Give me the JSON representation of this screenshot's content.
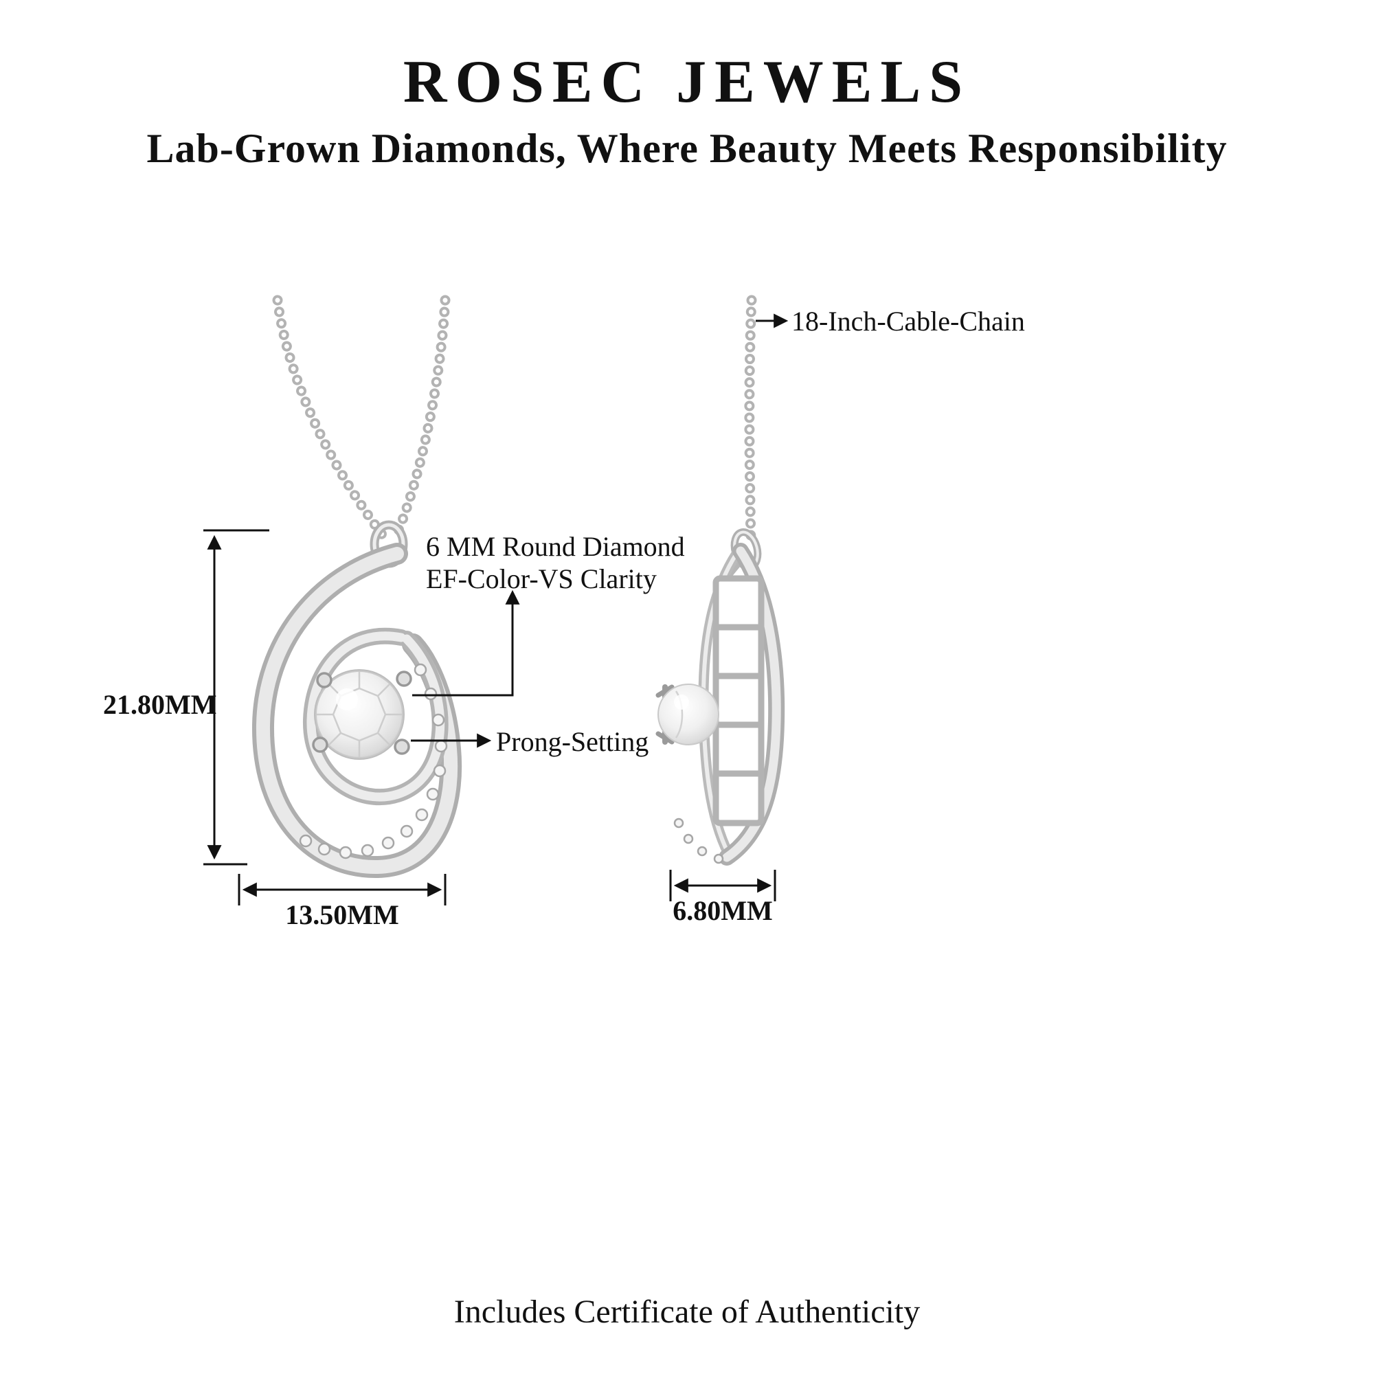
{
  "header": {
    "brand": "ROSEC JEWELS",
    "tagline": "Lab-Grown Diamonds, Where Beauty Meets Responsibility"
  },
  "front_view": {
    "diamond_label_line1": "6 MM Round Diamond",
    "diamond_label_line2": "EF-Color-VS Clarity",
    "prong_label": "Prong-Setting",
    "height_label": "21.80MM",
    "width_label": "13.50MM"
  },
  "side_view": {
    "chain_label": "18-Inch-Cable-Chain",
    "depth_label": "6.80MM"
  },
  "footer": {
    "certificate_note": "Includes Certificate of Authenticity"
  },
  "colors": {
    "metal_dark": "#b2b2b2",
    "metal_light": "#ececec",
    "diamond_edge": "#c9c9c9",
    "text": "#111111"
  }
}
